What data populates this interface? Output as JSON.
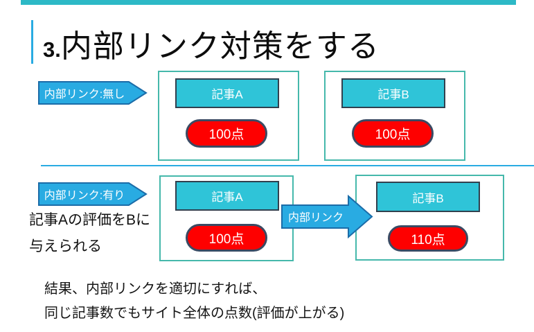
{
  "title": {
    "number": "3.",
    "text": "内部リンク対策をする"
  },
  "row_no_links": {
    "label": "内部リンク:無し",
    "articles": [
      {
        "name": "記事A",
        "score": "100点"
      },
      {
        "name": "記事B",
        "score": "100点"
      }
    ]
  },
  "row_with_links": {
    "label": "内部リンク:有り",
    "note_line1": "記事Aの評価をBに",
    "note_line2": "与えられる",
    "link_arrow_label": "内部リンク",
    "articles": [
      {
        "name": "記事A",
        "score": "100点"
      },
      {
        "name": "記事B",
        "score": "110点"
      }
    ]
  },
  "footer": {
    "line1": "結果、内部リンクを適切にすれば、",
    "line2": "同じ記事数でもサイト全体の点数(評価が上がる)"
  },
  "colors": {
    "accent_teal": "#2db9c6",
    "accent_blue": "#29abe2",
    "arrow_border": "#1b6ca8",
    "box_outline": "#45b8ab",
    "article_fill": "#2fc4d8",
    "article_border": "#31404e",
    "score_fill": "#fe0000",
    "score_border": "#3a4a63"
  }
}
